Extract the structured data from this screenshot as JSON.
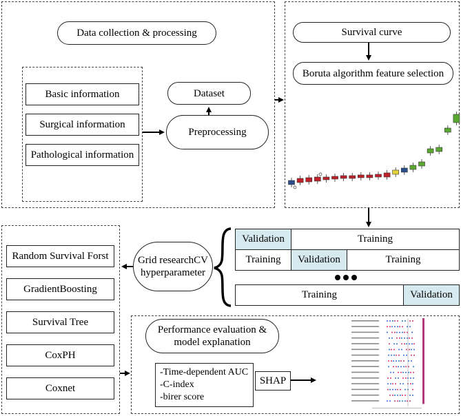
{
  "panel1": {
    "title": "Data collection & processing",
    "inputs": [
      "Basic information",
      "Surgical information",
      "Pathological information"
    ],
    "dataset": "Dataset",
    "preprocessing": "Preprocessing"
  },
  "panel2": {
    "survival_curve": "Survival curve",
    "boruta": "Boruta algorithm feature selection"
  },
  "models": [
    "Random Survival Forst",
    "GradientBoosting",
    "Survival Tree",
    "CoxPH",
    "Coxnet"
  ],
  "grid": {
    "line1": "Grid researchCV",
    "line2": "hyperparameter"
  },
  "cv": {
    "validation": "Validation",
    "training": "Training"
  },
  "perf": {
    "title_line1": "Performance evaluation &",
    "title_line2": "model explanation",
    "metrics": [
      "-Time-dependent AUC",
      "-C-index",
      "-birer score"
    ],
    "shap": "SHAP"
  },
  "colors": {
    "validation_fill": "#d6e9ee",
    "boxplot_blue": "#2b4f8c",
    "boxplot_red": "#c0202a",
    "boxplot_yellow": "#e8d23a",
    "boxplot_green": "#5aa832"
  }
}
